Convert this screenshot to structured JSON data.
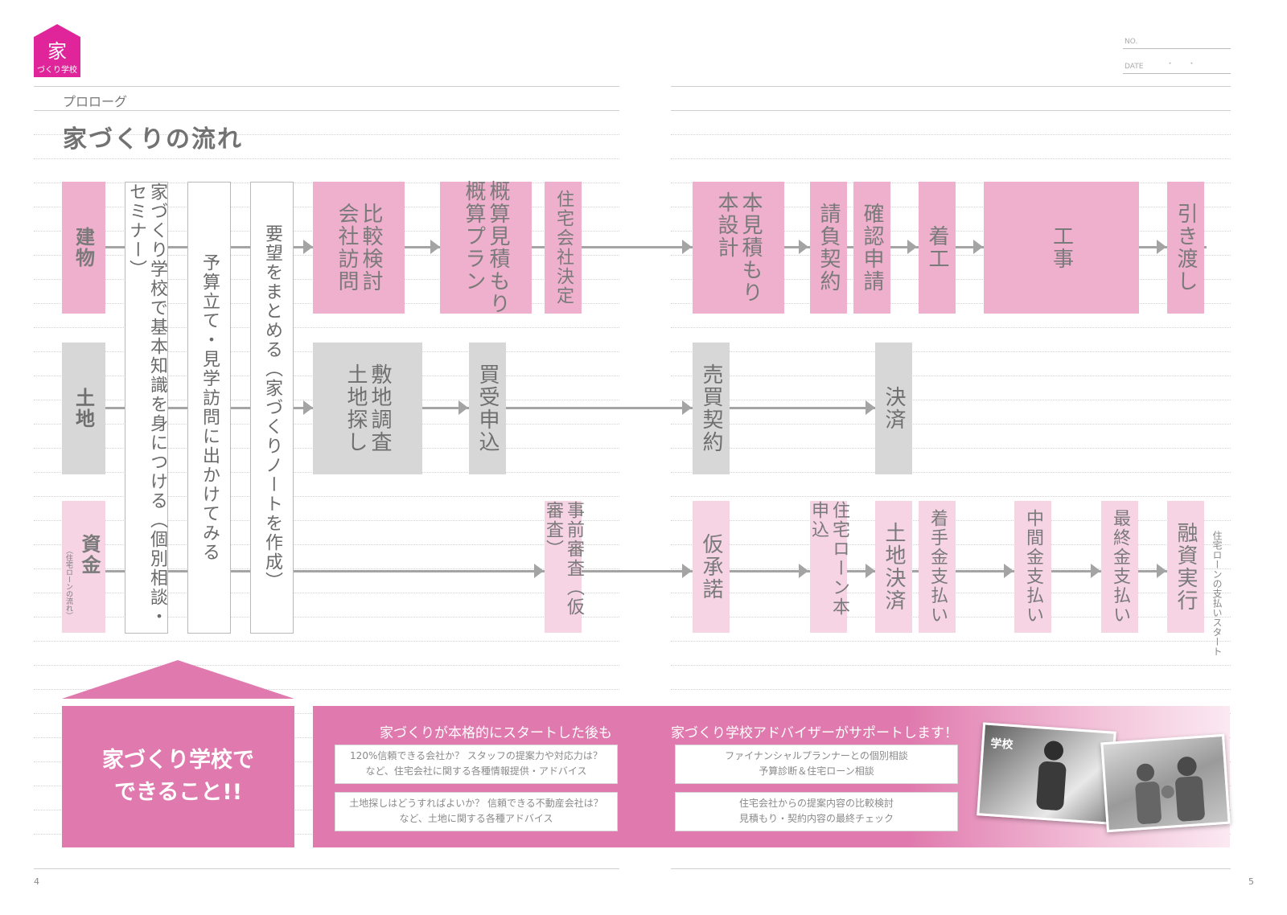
{
  "logo": {
    "icon_char": "家",
    "text": "づくり学校"
  },
  "header": {
    "no_label": "NO.",
    "date_label": "DATE",
    "date_dots": "・　　・"
  },
  "section_label": "プロローグ",
  "page_title": "家づくりの流れ",
  "rows": {
    "building": {
      "label": "建物"
    },
    "land": {
      "label": "土地"
    },
    "funds": {
      "label": "資金",
      "sub": "（住宅ローンの流れ）"
    }
  },
  "common_steps": [
    "家づくり学校で基本知識を身につける（個別相談・セミナー）",
    "予算立て・見学訪問に出かけてみる",
    "要望をまとめる（家づくりノートを作成）"
  ],
  "building_steps": [
    {
      "text": "比較検討\n会社訪問"
    },
    {
      "text": "概算見積もり\n概算プラン"
    },
    {
      "text": "住宅会社決定"
    },
    {
      "text": "本見積もり\n本設計"
    },
    {
      "text": "請負契約"
    },
    {
      "text": "確認申請"
    },
    {
      "text": "着工"
    },
    {
      "text": "工事"
    },
    {
      "text": "引き渡し"
    }
  ],
  "land_steps": [
    {
      "text": "敷地調査\n土地探し"
    },
    {
      "text": "買受申込"
    },
    {
      "text": "売買契約"
    },
    {
      "text": "決済"
    }
  ],
  "funds_steps": [
    {
      "text": "事前審査（仮審査）"
    },
    {
      "text": "仮承諾"
    },
    {
      "text": "住宅ローン本申込"
    },
    {
      "text": "土地決済"
    },
    {
      "text": "着手金支払い"
    },
    {
      "text": "中間金支払い"
    },
    {
      "text": "最終金支払い"
    },
    {
      "text": "融資実行"
    }
  ],
  "funds_note": "住宅ローンの支払いスタート",
  "bottom": {
    "school_box": "家づくり学校で\nできること!!",
    "left_heading": "家づくりが本格的にスタートした後も",
    "right_heading": "家づくり学校アドバイザーがサポートします！",
    "left_items": [
      "120%信頼できる会社か？ スタッフの提案力や対応力は？\nなど、住宅会社に関する各種情報提供・アドバイス",
      "土地探しはどうすればよいか？ 信頼できる不動産会社は？\nなど、土地に関する各種アドバイス"
    ],
    "right_items": [
      "ファイナンシャルプランナーとの個別相談\n予算診断＆住宅ローン相談",
      "住宅会社からの提案内容の比較検討\n見積もり・契約内容の最終チェック"
    ],
    "photo_sign": "学校"
  },
  "page_numbers": {
    "left": "4",
    "right": "5"
  },
  "colors": {
    "accent": "#e07aae",
    "pink_box": "#eeb0cc",
    "gray_box": "#d7d7d7",
    "light_pink": "#f6d4e4",
    "logo": "#e0259a"
  }
}
